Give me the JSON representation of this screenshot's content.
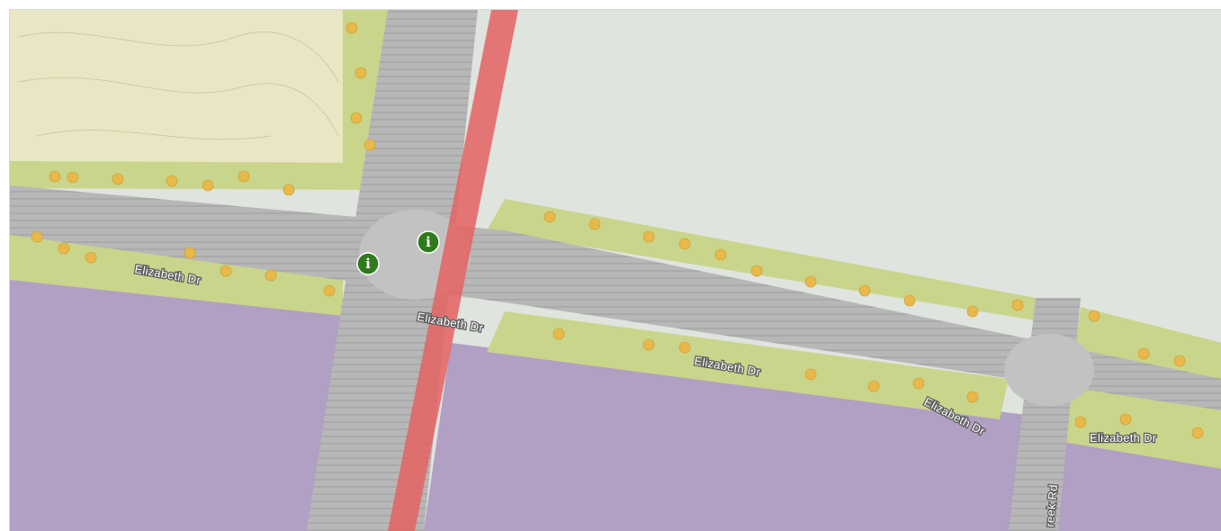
{
  "map": {
    "colors": {
      "parkland": "#e9e6c3",
      "open_space": "#dfe4df",
      "residential": "#b19fc4",
      "verge": "#c9d58a",
      "road": "#b4b4b4",
      "rail_corridor": "#e46363",
      "tree": "#e8b94a",
      "info_marker": "#2f7a1c",
      "label_text": "#ffffff"
    },
    "road_labels": {
      "elizabeth_dr_1": "Elizabeth Dr",
      "elizabeth_dr_2": "Elizabeth Dr",
      "elizabeth_dr_3": "Elizabeth Dr",
      "elizabeth_dr_4": "Elizabeth Dr",
      "elizabeth_dr_5": "Elizabeth Dr",
      "creek_rd": "reek Rd"
    },
    "markers": [
      {
        "icon": "info-icon",
        "glyph": "i"
      },
      {
        "icon": "info-icon",
        "glyph": "i"
      }
    ]
  }
}
